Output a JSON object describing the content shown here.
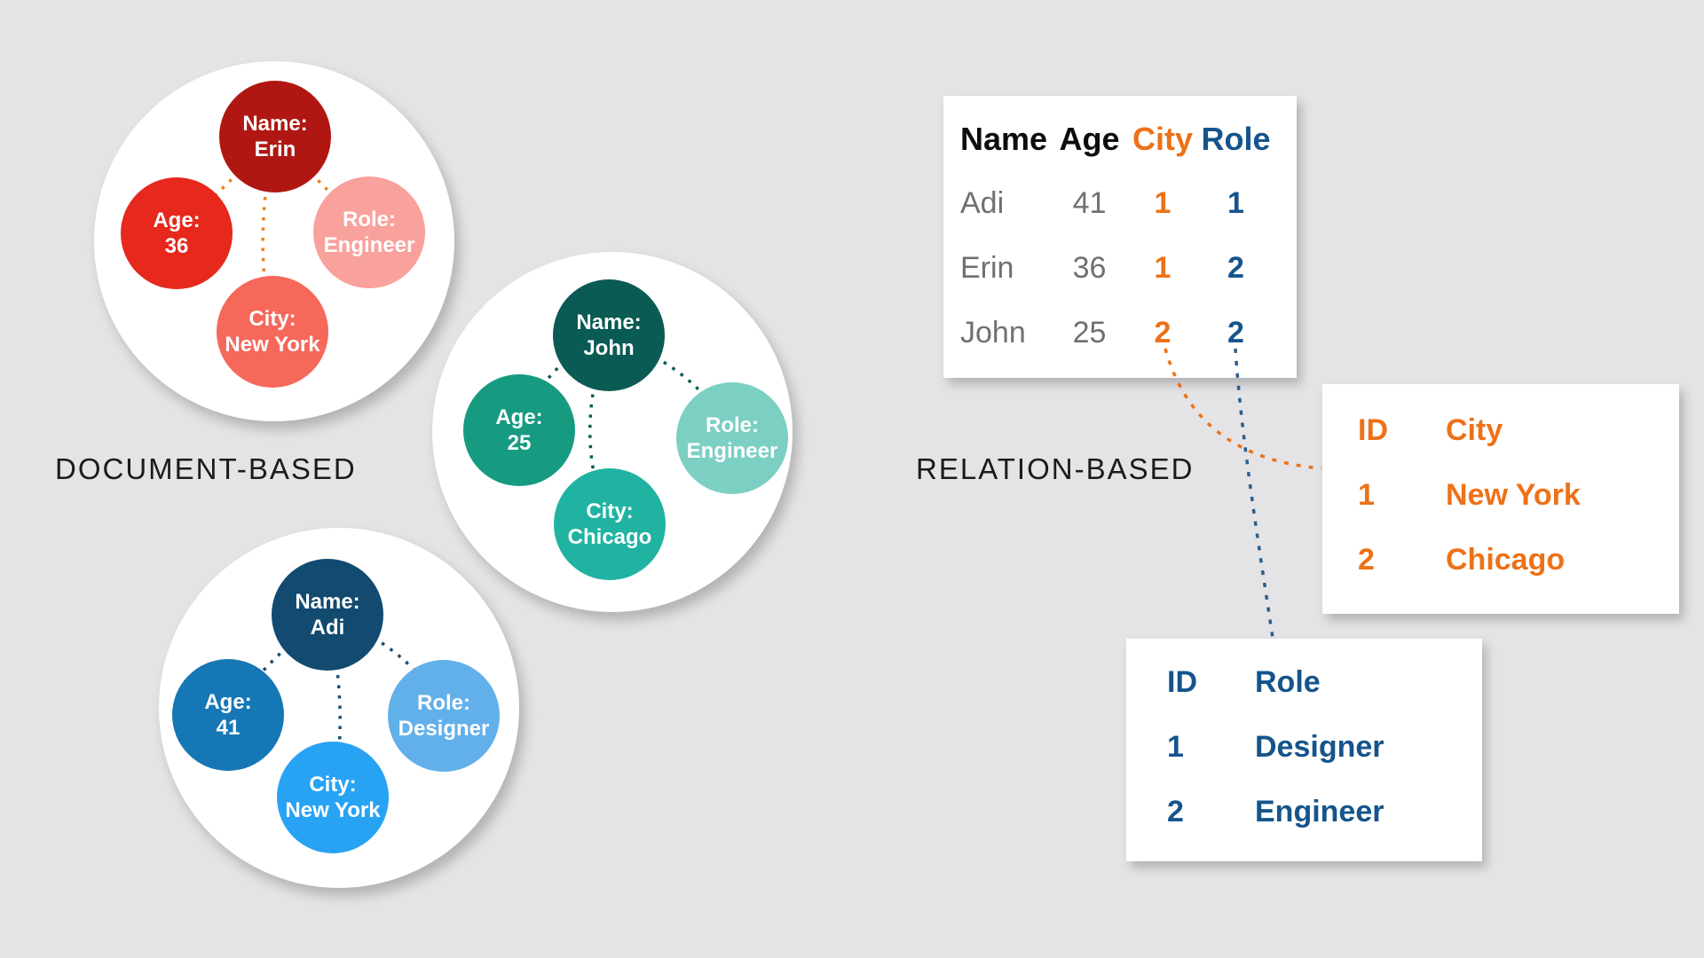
{
  "labels": {
    "document": "DOCUMENT-BASED",
    "relation": "RELATION-BASED"
  },
  "clusters": [
    {
      "person": "Erin",
      "link_color": "#E8831F",
      "nodes": [
        {
          "label": "Name:",
          "value": "Erin",
          "color": "#B11712"
        },
        {
          "label": "Age:",
          "value": "36",
          "color": "#E7281C"
        },
        {
          "label": "Role:",
          "value": "Engineer",
          "color": "#F9A19C"
        },
        {
          "label": "City:",
          "value": "New York",
          "color": "#F6685A"
        }
      ]
    },
    {
      "person": "John",
      "link_color": "#0B5D55",
      "nodes": [
        {
          "label": "Name:",
          "value": "John",
          "color": "#0A5B53"
        },
        {
          "label": "Age:",
          "value": "25",
          "color": "#169B80"
        },
        {
          "label": "Role:",
          "value": "Engineer",
          "color": "#7BD0C3"
        },
        {
          "label": "City:",
          "value": "Chicago",
          "color": "#20B3A2"
        }
      ]
    },
    {
      "person": "Adi",
      "link_color": "#1B4F74",
      "nodes": [
        {
          "label": "Name:",
          "value": "Adi",
          "color": "#134A70"
        },
        {
          "label": "Age:",
          "value": "41",
          "color": "#1677B5"
        },
        {
          "label": "Role:",
          "value": "Designer",
          "color": "#62B0EA"
        },
        {
          "label": "City:",
          "value": "New York",
          "color": "#28A3F4"
        }
      ]
    }
  ],
  "main_table": {
    "headers": [
      {
        "label": "Name",
        "color": "#0D0D0D"
      },
      {
        "label": "Age",
        "color": "#0D0D0D"
      },
      {
        "label": "City",
        "color": "#ED7117"
      },
      {
        "label": "Role",
        "color": "#15548C"
      }
    ],
    "rows": [
      {
        "name": "Adi",
        "age": "41",
        "city": "1",
        "role": "1"
      },
      {
        "name": "Erin",
        "age": "36",
        "city": "1",
        "role": "2"
      },
      {
        "name": "John",
        "age": "25",
        "city": "2",
        "role": "2"
      }
    ],
    "city_fk_color": "#ED7117",
    "role_fk_color": "#15548C"
  },
  "city_table": {
    "color": "#ED7117",
    "header": {
      "id": "ID",
      "value": "City"
    },
    "rows": [
      {
        "id": "1",
        "value": "New York"
      },
      {
        "id": "2",
        "value": "Chicago"
      }
    ]
  },
  "role_table": {
    "color": "#15548C",
    "header": {
      "id": "ID",
      "value": "Role"
    },
    "rows": [
      {
        "id": "1",
        "value": "Designer"
      },
      {
        "id": "2",
        "value": "Engineer"
      }
    ]
  },
  "connectors": {
    "city_link_color": "#ED7117",
    "role_link_color": "#2A5E8C"
  }
}
